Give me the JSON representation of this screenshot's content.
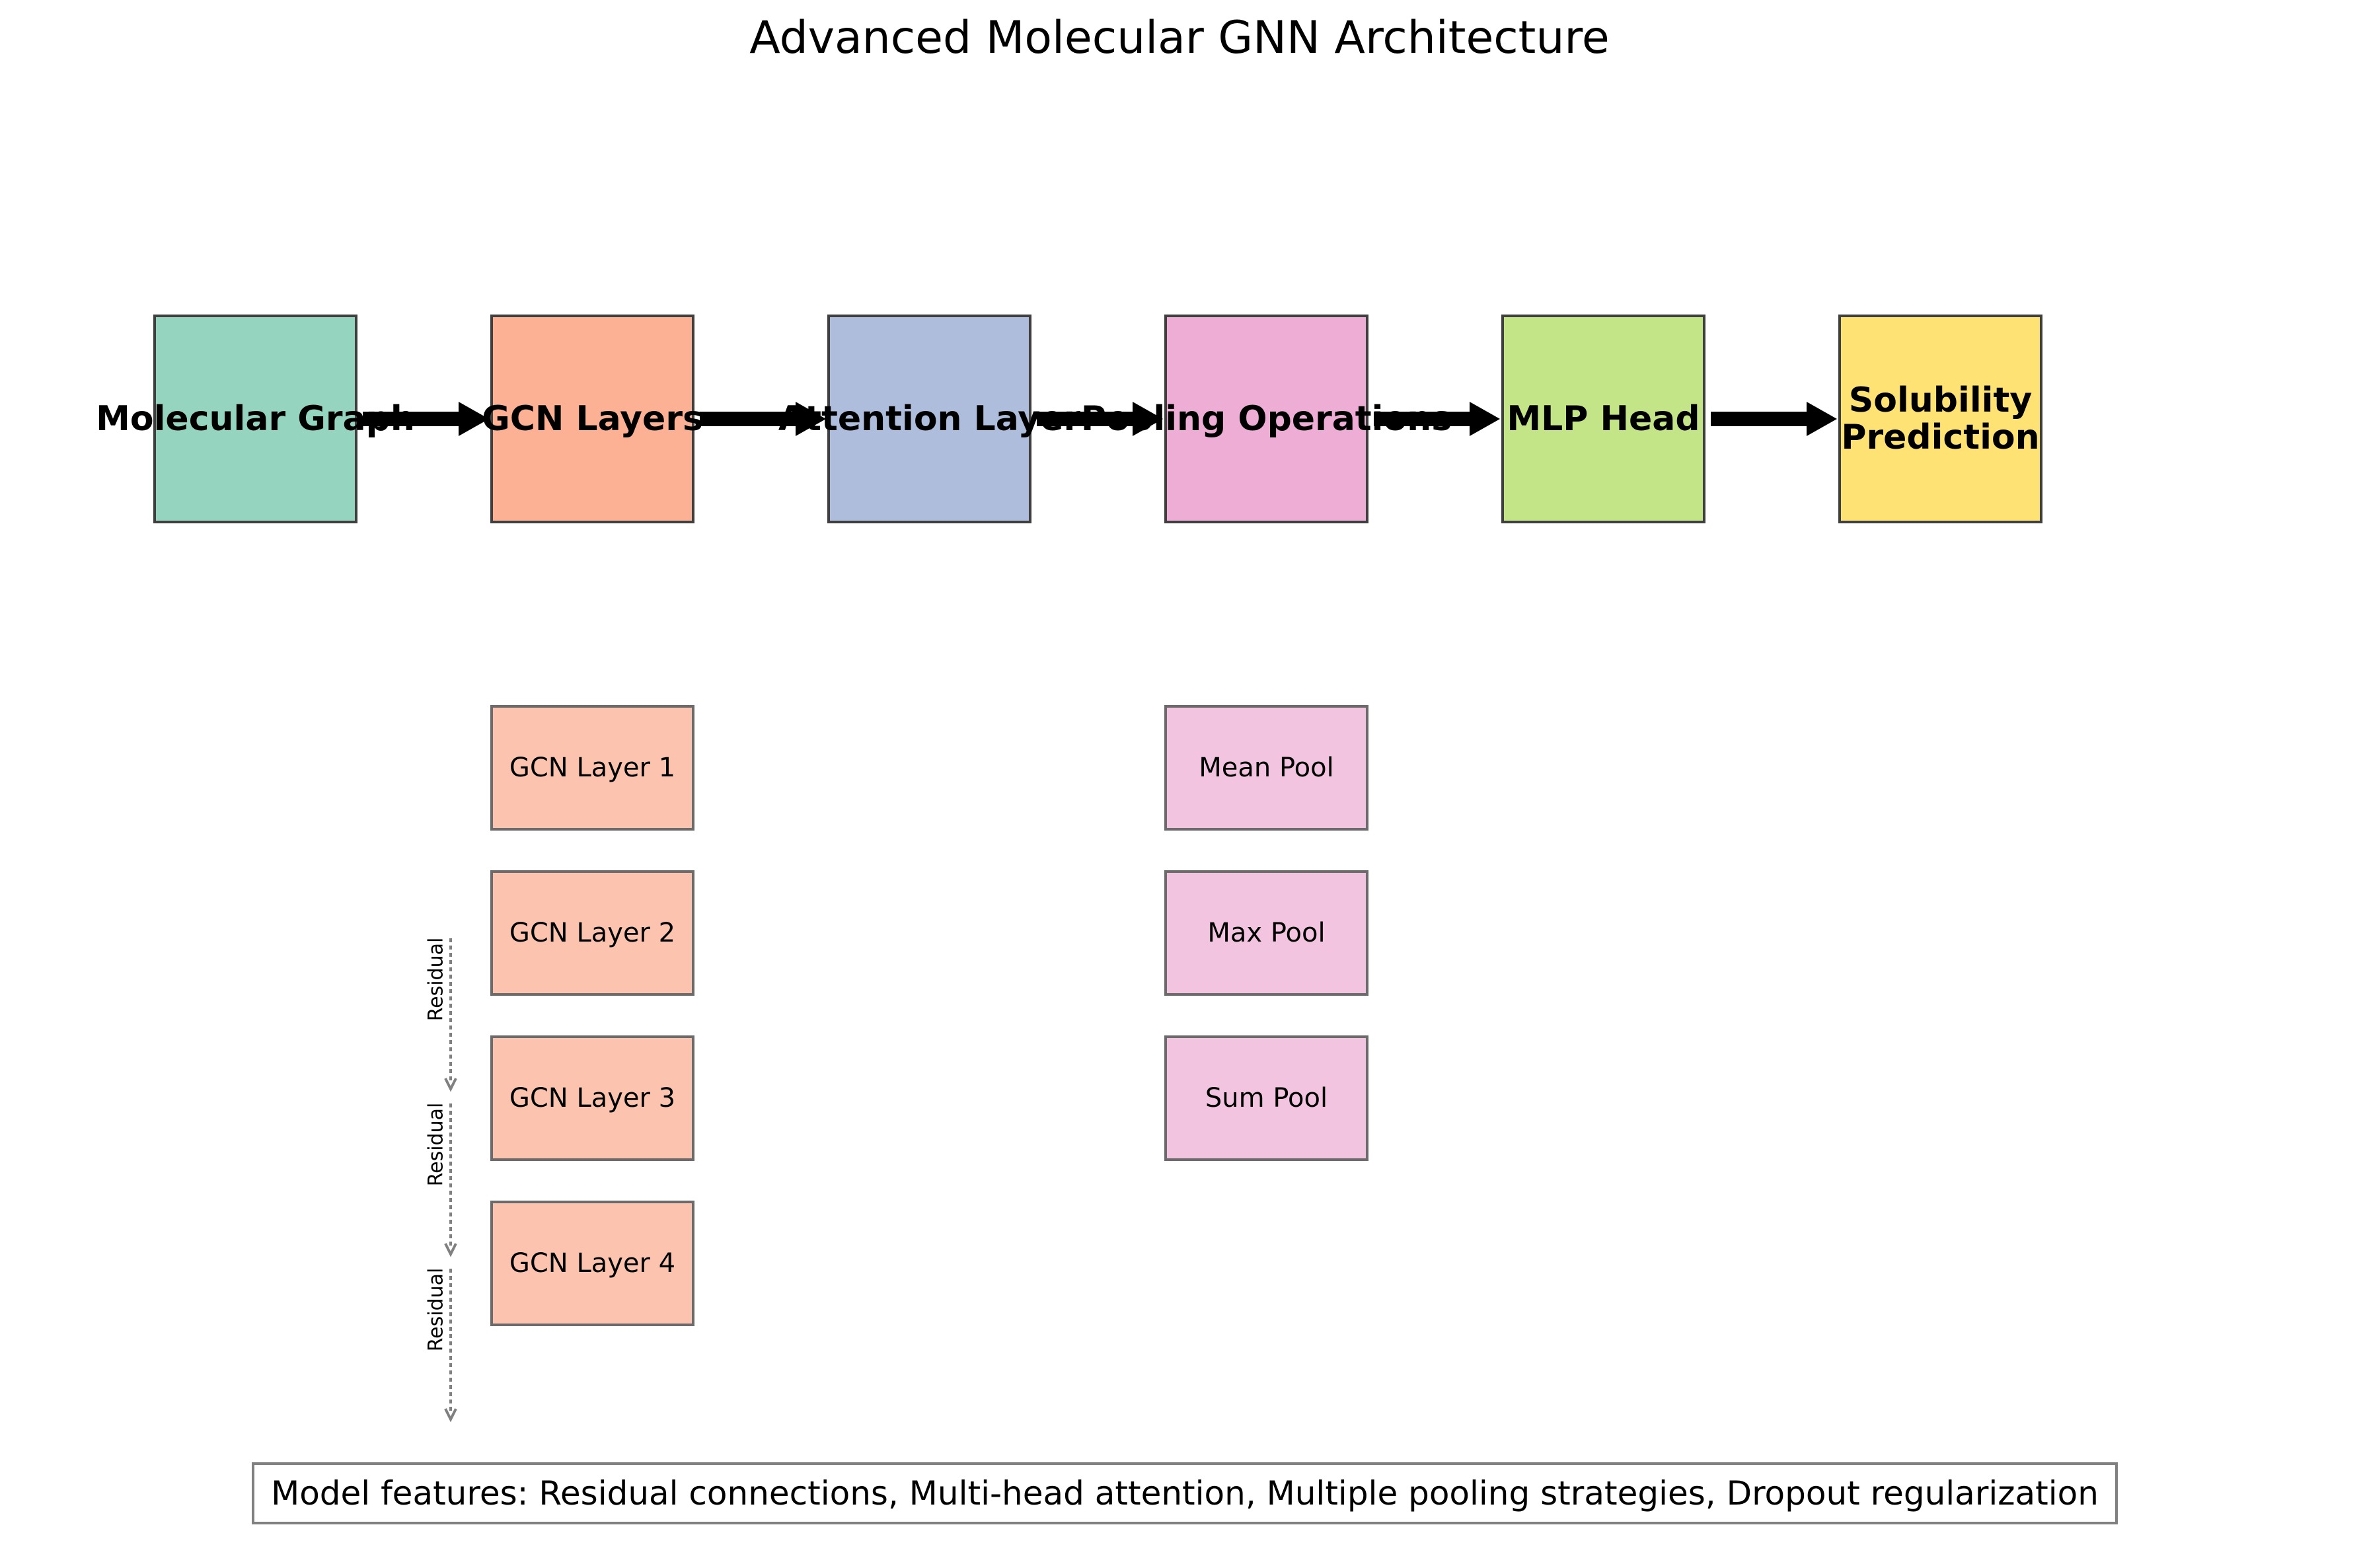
{
  "title": "Advanced Molecular GNN Architecture",
  "main_blocks": [
    {
      "label": "Molecular Graph",
      "color": "#95d5bf"
    },
    {
      "label": "GCN Layers",
      "color": "#fcb094"
    },
    {
      "label": "Attention Layer",
      "color": "#aebddb"
    },
    {
      "label": "Pooling Operations",
      "color": "#eeadd5"
    },
    {
      "label": "MLP Head",
      "color": "#c3e587"
    },
    {
      "label": "Solubility\nPrediction",
      "color": "#fee374"
    }
  ],
  "gcn_sublayers": [
    {
      "label": "GCN Layer 1"
    },
    {
      "label": "GCN Layer 2"
    },
    {
      "label": "GCN Layer 3"
    },
    {
      "label": "GCN Layer 4"
    }
  ],
  "gcn_sublayer_color": "#fcc4af",
  "pooling_ops": [
    {
      "label": "Mean Pool"
    },
    {
      "label": "Max Pool"
    },
    {
      "label": "Sum Pool"
    }
  ],
  "pooling_color": "#f2c4df",
  "residual_connections": [
    {
      "label": "Residual"
    },
    {
      "label": "Residual"
    },
    {
      "label": "Residual"
    }
  ],
  "footer": "Model features: Residual connections, Multi-head attention, Multiple pooling strategies, Dropout regularization",
  "colors": {
    "arrow": "#000000",
    "box_stroke": "#3f3f3f",
    "residual_line": "#808080",
    "footer_border": "#808080"
  }
}
